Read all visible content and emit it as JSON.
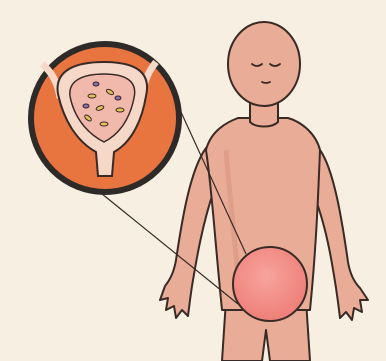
{
  "scene": {
    "subject": "child-figure",
    "highlight_region": "lower-abdomen-bladder",
    "inset_content": "bladder-with-bacteria"
  },
  "colors": {
    "background": "#f7f0e2",
    "skin": "#e9ad97",
    "skin_shadow": "#d8957f",
    "outline": "#3a2a26",
    "inset_bg": "#e8743f",
    "inset_ring": "#2e2a28",
    "bladder_fill": "#f1b8ac",
    "bladder_wall": "#f6d8c8",
    "highlight_circle": "#f18b86",
    "bacteria_yellow": "#e6c15a",
    "bacteria_purple": "#8c6fb0"
  }
}
